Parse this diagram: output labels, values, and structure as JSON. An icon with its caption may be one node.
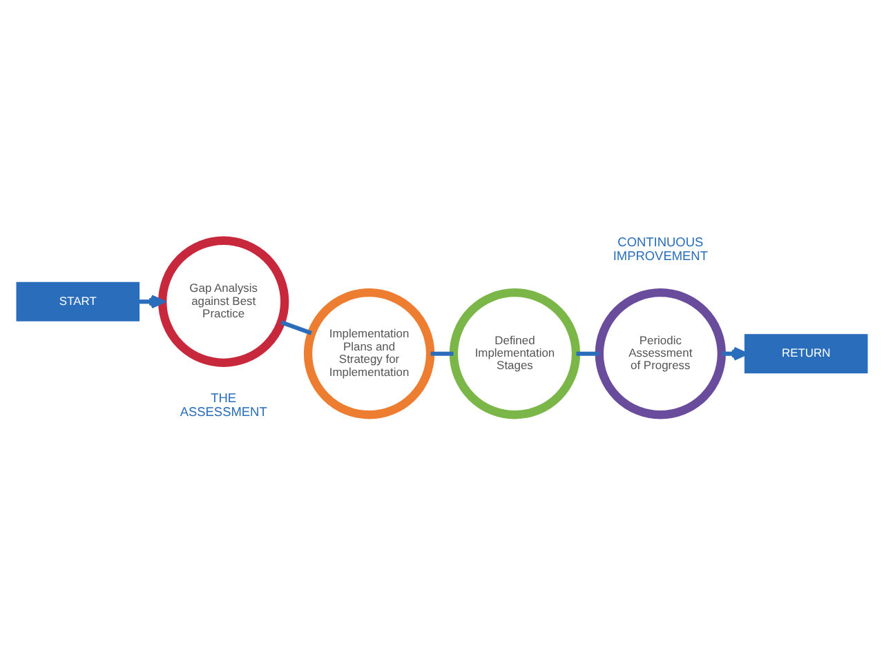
{
  "diagram": {
    "nodes": [
      {
        "text": [
          "START"
        ]
      },
      {
        "text": [
          "Gap Analysis against Best Practice"
        ]
      },
      {
        "text": [
          "Implementation Plans and Strategy for Implementation"
        ]
      },
      {
        "text": [
          "Defined Implementation Stages"
        ]
      },
      {
        "text": [
          "Periodic Assessment of Progress"
        ]
      },
      {
        "text": [
          "RETURN"
        ]
      }
    ],
    "edges": [
      {
        "from": 0,
        "to": 1,
        "arrow": "to"
      },
      {
        "from": 1,
        "to": 2,
        "arrow": "none"
      },
      {
        "from": 2,
        "to": 3,
        "arrow": "none"
      },
      {
        "from": 3,
        "to": 4,
        "arrow": "none"
      },
      {
        "from": 4,
        "to": 5,
        "arrow": "to"
      }
    ],
    "labels": [
      "THE ASSESSMENT",
      "CONTINUOUS IMPROVEMENT"
    ]
  }
}
